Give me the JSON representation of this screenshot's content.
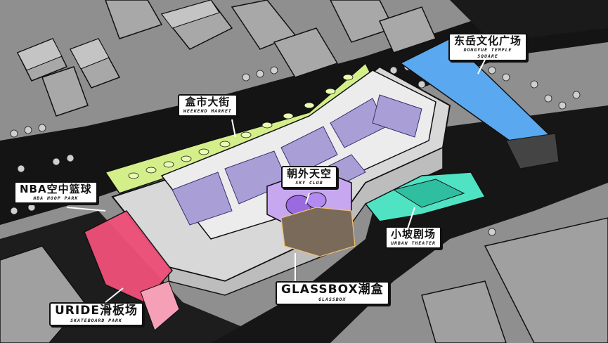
{
  "labels": {
    "weekend_market": {
      "zh": "盒市大街",
      "en": "WEEKEND MARKET"
    },
    "dongyue": {
      "zh": "东岳文化广场",
      "en1": "DONGYUE TEMPLE",
      "en2": "SQUARE"
    },
    "nba": {
      "zh": "NBA空中篮球",
      "en": "NBA HOOP PARK"
    },
    "sky_club": {
      "zh": "朝外天空",
      "en": "SKY CLUB"
    },
    "urban_theater": {
      "zh": "小坡剧场",
      "en": "URBAN THEATER"
    },
    "glassbox": {
      "zh": "GLASSBOX潮盒",
      "en": "GLASSBOX"
    },
    "uride": {
      "zh": "URIDE滑板场",
      "en": "SKATEBOARD PARK"
    }
  },
  "colors": {
    "road": "#1a1a1a",
    "ground": "#8c8c8c",
    "mall_roof": "#e6e6e6",
    "roof_panels": "#a99fd6",
    "market": "#d4ef8a",
    "dongyue": "#5aa9f0",
    "theater": "#4fe3c4",
    "skate": "#f0507a",
    "sky_club": "#c7a8f0"
  }
}
